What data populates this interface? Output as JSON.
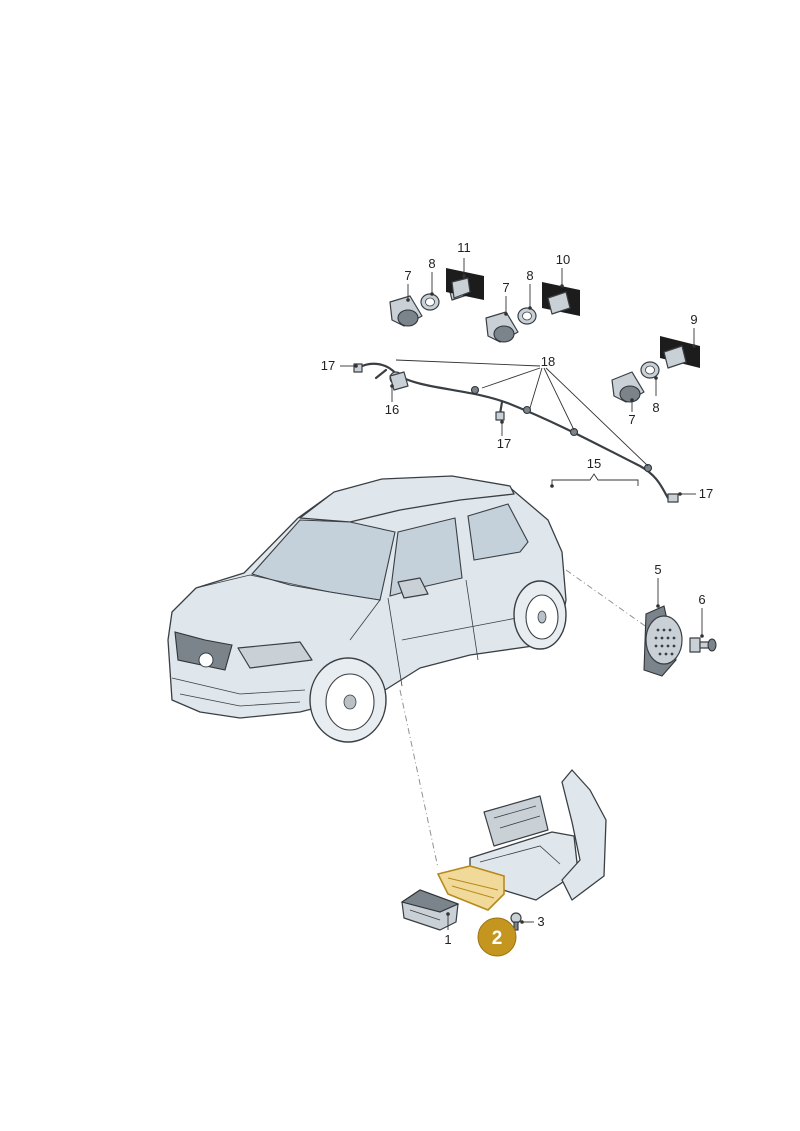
{
  "diagram": {
    "callouts": {
      "c1": "1",
      "c2": "2",
      "c3": "3",
      "c5": "5",
      "c6": "6",
      "c7a": "7",
      "c7b": "7",
      "c7c": "7",
      "c8a": "8",
      "c8b": "8",
      "c8c": "8",
      "c9": "9",
      "c10": "10",
      "c11": "11",
      "c15": "15",
      "c16": "16",
      "c17a": "17",
      "c17b": "17",
      "c17c": "17",
      "c18": "18"
    },
    "highlight_color": "#c4951f"
  }
}
